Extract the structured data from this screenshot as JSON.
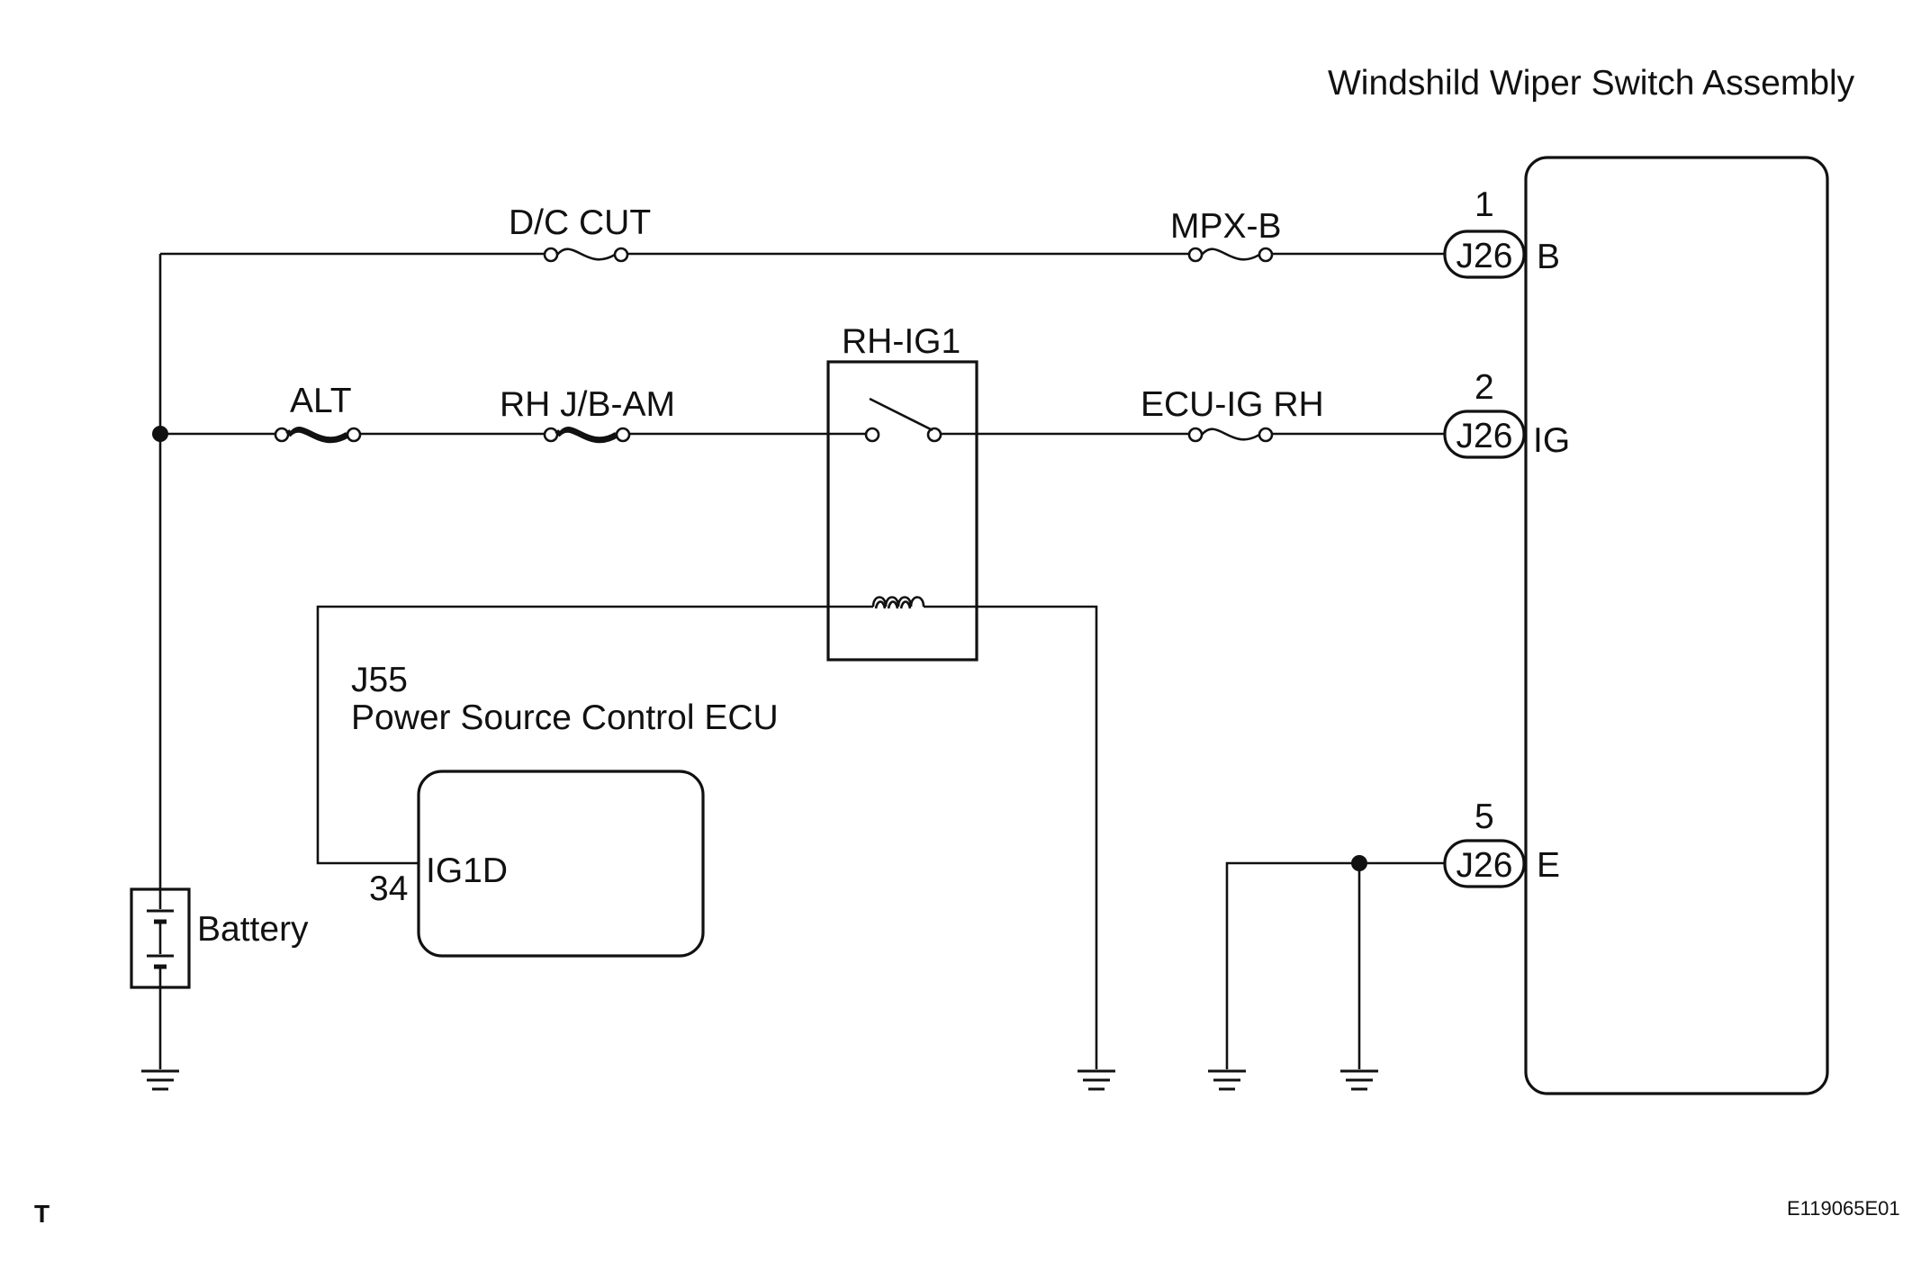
{
  "diagram": {
    "title": "Windshild Wiper Switch Assembly",
    "fuses": {
      "dc_cut": "D/C CUT",
      "mpx_b": "MPX-B",
      "alt": "ALT",
      "rh_jb_am": "RH J/B-AM",
      "ecu_ig_rh": "ECU-IG RH"
    },
    "relay": {
      "label": "RH-IG1"
    },
    "ecu": {
      "connector": "J55",
      "name": "Power Source Control ECU",
      "pin_number": "34",
      "pin_name": "IG1D"
    },
    "battery": {
      "label": "Battery"
    },
    "switch_assembly": {
      "terminals": [
        {
          "pin": "1",
          "connector": "J26",
          "name": "B"
        },
        {
          "pin": "2",
          "connector": "J26",
          "name": "IG"
        },
        {
          "pin": "5",
          "connector": "J26",
          "name": "E"
        }
      ]
    },
    "corner_left": "T",
    "figure_code": "E119065E01"
  }
}
